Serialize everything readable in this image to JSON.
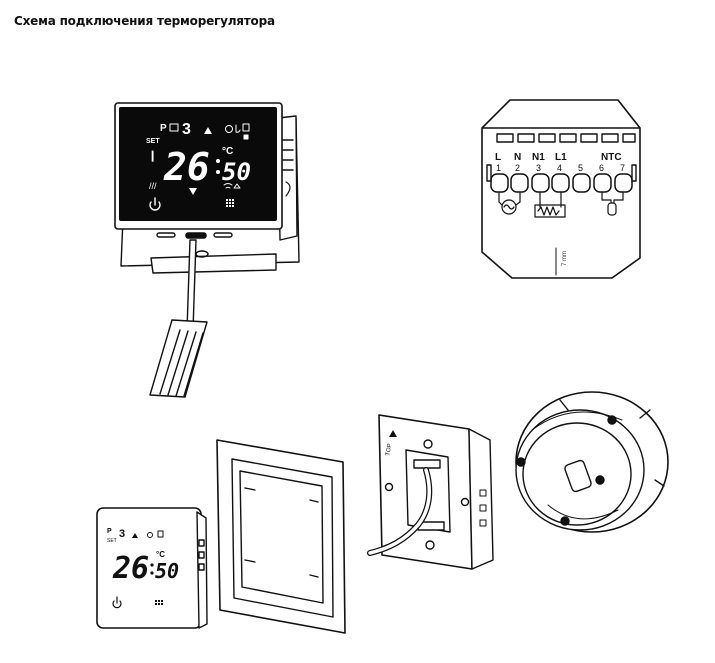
{
  "title": "Схема подключения терморегулятора",
  "device_display": {
    "program_label": "P",
    "program_number": "3",
    "set_label": "SET",
    "clock_hours": "26",
    "clock_minutes": "50",
    "unit": "°C"
  },
  "terminals": {
    "labels": [
      "L",
      "N",
      "N1",
      "L1",
      "NTC"
    ],
    "numbers": [
      "1",
      "2",
      "3",
      "4",
      "5",
      "6",
      "7"
    ],
    "strip_note": "7 mm"
  },
  "mount_plate": {
    "label": "TOP"
  }
}
